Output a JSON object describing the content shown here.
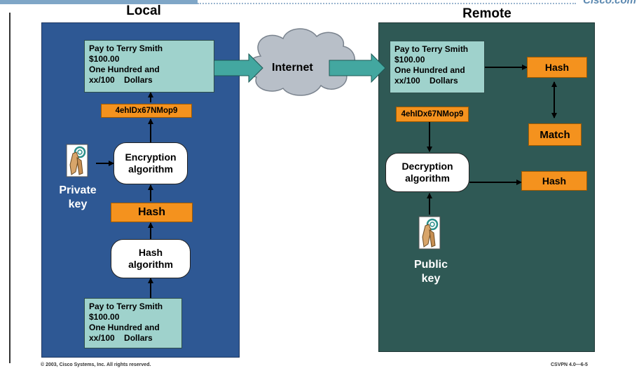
{
  "brand": "Cisco.com",
  "local": {
    "title": "Local",
    "doc_top": [
      "Pay to Terry Smith",
      "$100.00",
      "One Hundred and",
      "xx/100    Dollars"
    ],
    "signature": "4ehIDx67NMop9",
    "encryption": [
      "Encryption",
      "algorithm"
    ],
    "private_key": [
      "Private",
      "key"
    ],
    "hash": "Hash",
    "hash_algorithm": [
      "Hash",
      "algorithm"
    ],
    "doc_bottom": [
      "Pay to Terry Smith",
      "$100.00",
      "One Hundred and",
      "xx/100    Dollars"
    ]
  },
  "internet": "Internet",
  "remote": {
    "title": "Remote",
    "doc": [
      "Pay to Terry Smith",
      "$100.00",
      "One Hundred and",
      "xx/100    Dollars"
    ],
    "signature": "4ehIDx67NMop9",
    "hash_top": "Hash",
    "match": "Match",
    "decryption": [
      "Decryption",
      "algorithm"
    ],
    "hash_bottom": "Hash",
    "public_key": [
      "Public",
      "key"
    ]
  },
  "footer": {
    "copyright": "© 2003, Cisco Systems, Inc. All rights reserved.",
    "code": "CSVPN 4.0—6-5"
  },
  "colors": {
    "local_panel": "#2e5894",
    "remote_panel": "#2f5955",
    "document": "#9fd2cc",
    "hash_box": "#f4921e"
  }
}
